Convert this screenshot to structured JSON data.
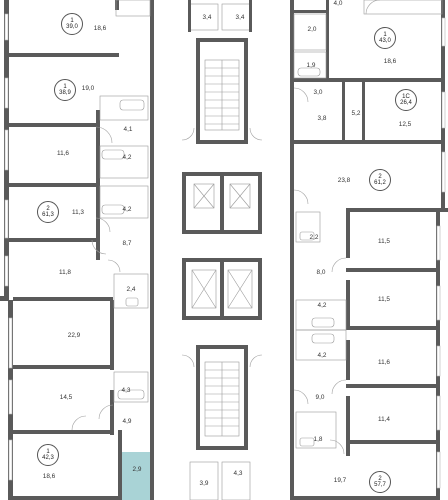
{
  "apartments": [
    {
      "id": "a1",
      "type": "1",
      "area": "39,0"
    },
    {
      "id": "a2",
      "type": "1",
      "area": "38,9"
    },
    {
      "id": "a3",
      "type": "2",
      "area": "61,3"
    },
    {
      "id": "a4",
      "type": "1",
      "area": "42,3"
    },
    {
      "id": "a5",
      "type": "1",
      "area": "43,0"
    },
    {
      "id": "a6",
      "type": "1С",
      "area": "26,4"
    },
    {
      "id": "a7",
      "type": "2",
      "area": "61,2"
    },
    {
      "id": "a8",
      "type": "2",
      "area": "57,7"
    }
  ],
  "rooms": [
    "18,6",
    "19,0",
    "4,1",
    "11,6",
    "4,2",
    "4,2",
    "11,3",
    "8,7",
    "11,8",
    "2,4",
    "22,9",
    "14,5",
    "4,3",
    "4,9",
    "18,6",
    "2,9",
    "3,4",
    "3,4",
    "3,9",
    "4,3",
    "4,0",
    "2,0",
    "18,6",
    "1,9",
    "3,0",
    "3,8",
    "5,2",
    "12,5",
    "23,8",
    "2,2",
    "11,5",
    "8,0",
    "11,5",
    "4,2",
    "4,2",
    "11,6",
    "9,0",
    "11,4",
    "1,8",
    "19,7"
  ],
  "colors": {
    "wall": "#5a5a5a",
    "highlight": "#a9d3d6"
  }
}
